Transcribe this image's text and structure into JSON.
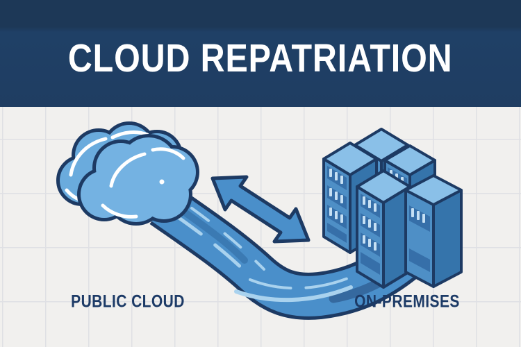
{
  "header": {
    "title": "CLOUD REPATRIATION"
  },
  "illustration": {
    "source": {
      "label": "PUBLIC CLOUD",
      "icon": "cloud-icon"
    },
    "destination": {
      "label": "ON-PREMISES",
      "icon": "server-rack-icon"
    },
    "connector": {
      "icon": "double-arrow-icon",
      "type": "bidirectional"
    },
    "flow": {
      "icon": "river-flow-icon",
      "from_label": "PUBLIC CLOUD",
      "to_label": "ON-PREMISES"
    }
  },
  "palette": {
    "header_bg_top": "#1d3857",
    "header_bg": "#1f4066",
    "header_bg_low": "#1f3d62",
    "header_text": "#ffffff",
    "canvas_bg": "#f1f0ee",
    "grid_line": "#d6d9e0",
    "outline_navy": "#1d3a63",
    "cloud_fill": "#74b2e2",
    "cloud_back_fill": "#6aabdd",
    "cloud_highlight": "#ffffff",
    "river_fill": "#4a8fca",
    "river_highlight": "#a9d2ee",
    "river_shade": "#35699f",
    "river_dark_streak": "#3b7ab3",
    "arrow_fill": "#4a8fca",
    "server_top": "#8ac0e8",
    "server_front": "#4e8fc6",
    "server_side": "#3574ab",
    "server_panel": "#366fa9",
    "server_tick": "#c6e0f4",
    "label_text": "#1c3a66"
  }
}
